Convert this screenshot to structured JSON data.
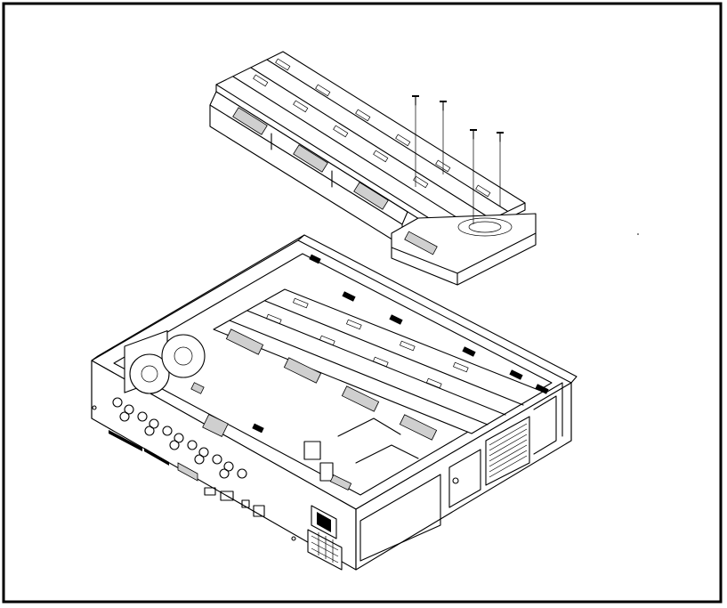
{
  "figure": {
    "title": "",
    "caption": "",
    "description_text": ""
  },
  "colors": {
    "line": "#000000",
    "paper": "#ffffff",
    "shade": "#cfcfcf"
  },
  "parts": [
    {
      "name": "hdd-tray-assembly",
      "icon": "drive-bracket-icon"
    },
    {
      "name": "mounting-screws",
      "count": 4,
      "icon": "screw-icon"
    },
    {
      "name": "chassis",
      "icon": "chassis-icon"
    },
    {
      "name": "cooling-fans",
      "count": 2,
      "icon": "fan-icon"
    },
    {
      "name": "power-inlet",
      "icon": "power-socket-icon"
    },
    {
      "name": "rear-connector-panel",
      "icon": "connector-panel-icon"
    }
  ]
}
